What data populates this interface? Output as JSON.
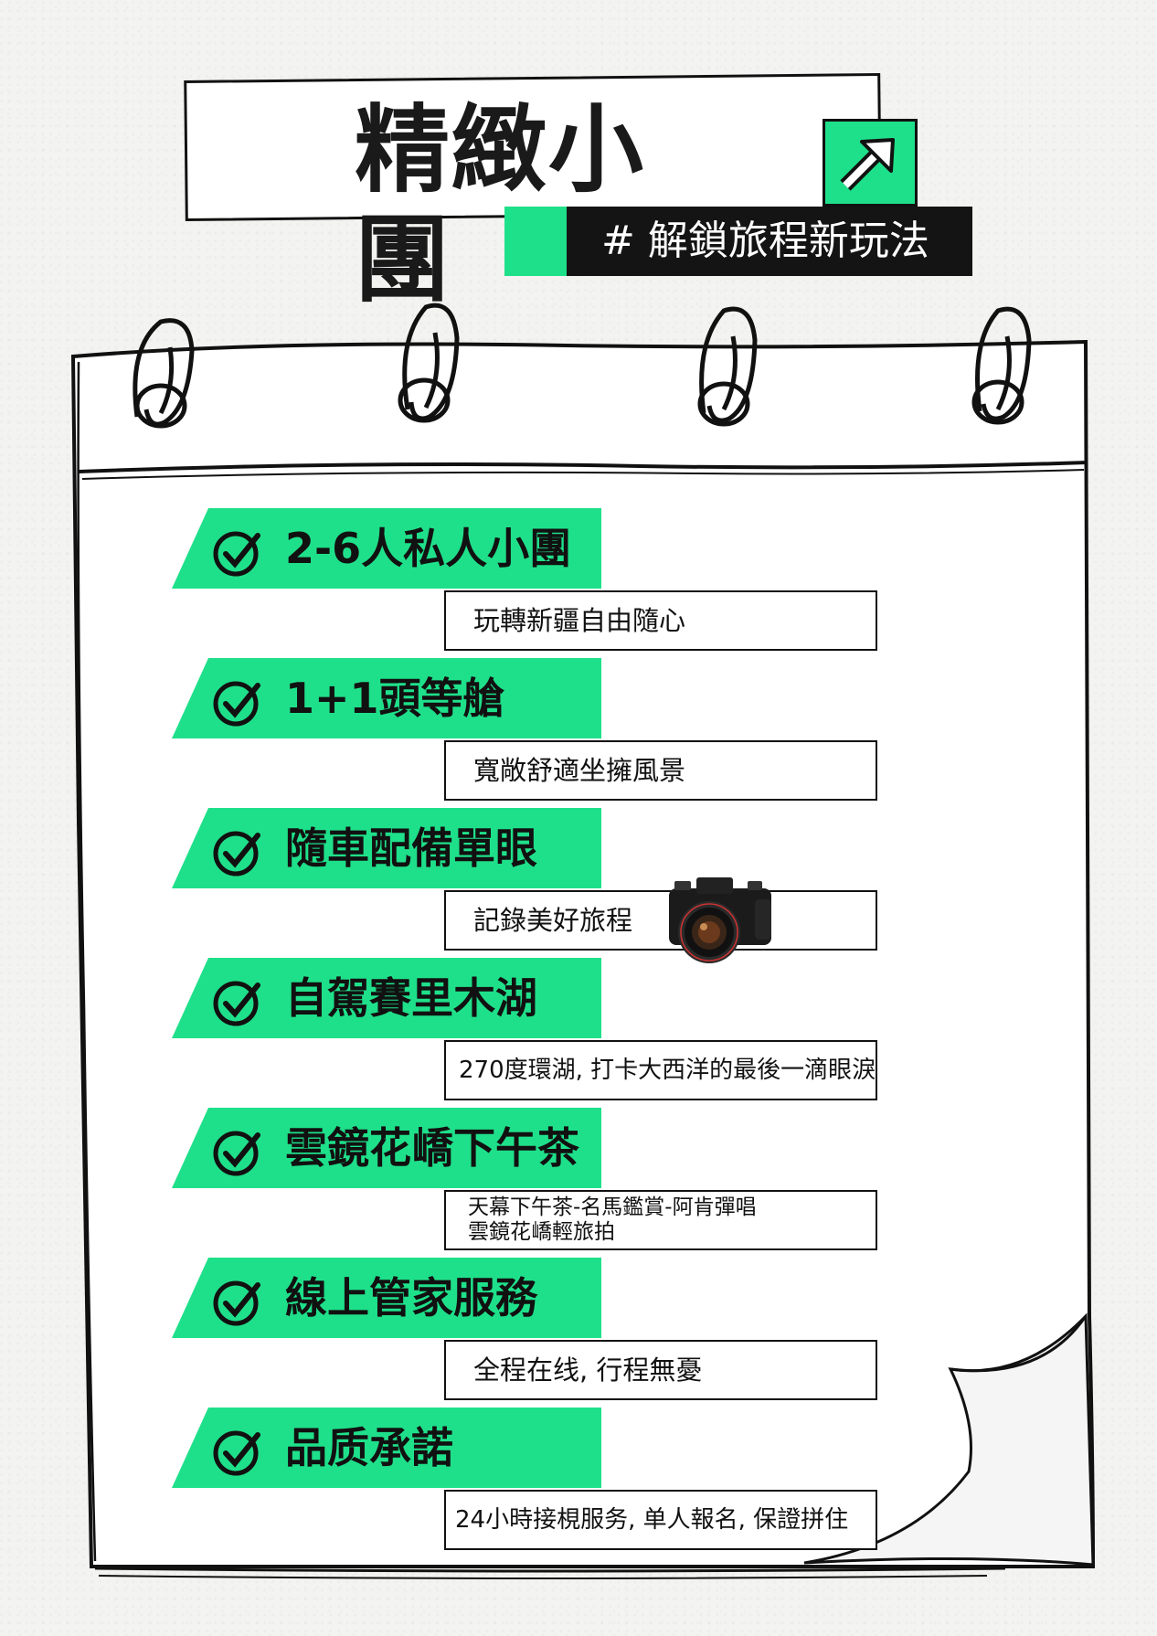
{
  "header": {
    "title": "精緻小團",
    "tagline": "# 解鎖旅程新玩法"
  },
  "icons": {
    "arrow": "arrow-up-right-icon",
    "check": "check-circle-icon",
    "camera": "camera-image"
  },
  "colors": {
    "accent": "#1fe08a",
    "ink": "#111111",
    "background": "#f3f3f1"
  },
  "items": [
    {
      "title": "2-6人私人小團",
      "desc": "玩轉新疆自由隨心"
    },
    {
      "title": "1+1頭等艙",
      "desc": "寬敞舒適坐擁風景"
    },
    {
      "title": "隨車配備單眼",
      "desc": "記錄美好旅程"
    },
    {
      "title": "自駕賽里木湖",
      "desc": "270度環湖, 打卡大西洋的最後一滴眼淚"
    },
    {
      "title": "雲鏡花嶠下午茶",
      "desc_line1": "天幕下午茶-名馬鑑賞-阿肯彈唱",
      "desc_line2": "雲鏡花嶠輕旅拍"
    },
    {
      "title": "線上管家服務",
      "desc": "全程在线, 行程無憂"
    },
    {
      "title": "品质承諾",
      "desc": "24小時接梘服务, 单人報名, 保證拼住"
    }
  ]
}
